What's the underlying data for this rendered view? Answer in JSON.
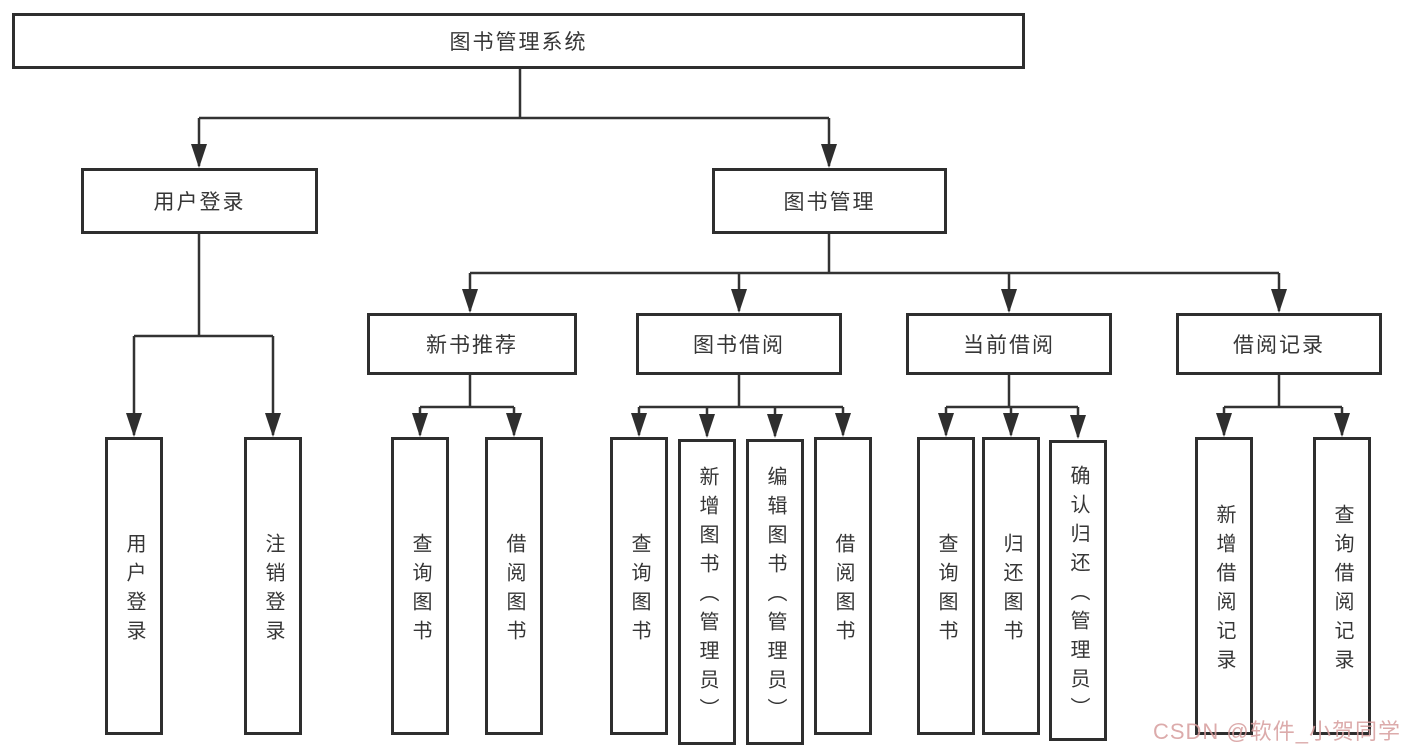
{
  "diagram_type": "hierarchy-tree",
  "tree": {
    "root": {
      "label": "图书管理系统"
    },
    "user_login": {
      "label": "用户登录",
      "children": [
        {
          "label": "用户登录"
        },
        {
          "label": "注销登录"
        }
      ]
    },
    "book_management": {
      "label": "图书管理",
      "children": [
        {
          "label": "新书推荐",
          "children": [
            {
              "label": "查询图书"
            },
            {
              "label": "借阅图书"
            }
          ]
        },
        {
          "label": "图书借阅",
          "children": [
            {
              "label": "查询图书"
            },
            {
              "label": "新增图书（管理员）"
            },
            {
              "label": "编辑图书（管理员）"
            },
            {
              "label": "借阅图书"
            }
          ]
        },
        {
          "label": "当前借阅",
          "children": [
            {
              "label": "查询图书"
            },
            {
              "label": "归还图书"
            },
            {
              "label": "确认归还（管理员）"
            }
          ]
        },
        {
          "label": "借阅记录",
          "children": [
            {
              "label": "新增借阅记录"
            },
            {
              "label": "查询借阅记录"
            }
          ]
        }
      ]
    }
  },
  "watermark": {
    "text": "CSDN @软件_小贺同学",
    "color": "#d69c9c"
  },
  "colors": {
    "line": "#333333",
    "box_border": "#2e2e2e",
    "text": "#363636",
    "background": "#ffffff"
  }
}
